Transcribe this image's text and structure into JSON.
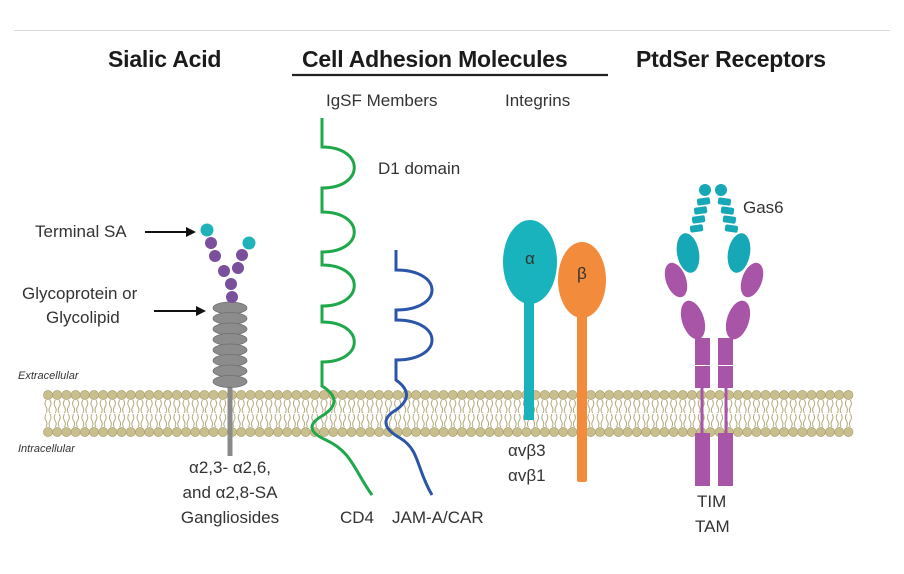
{
  "headings": {
    "sialic_acid": "Sialic Acid",
    "cams": "Cell Adhesion Molecules",
    "ptdser": "PtdSer Receptors"
  },
  "subheadings": {
    "igsf": "IgSF Members",
    "integrins": "Integrins"
  },
  "membrane": {
    "extracellular": "Extracellular",
    "intracellular": "Intracellular"
  },
  "sialic": {
    "terminal_sa": "Terminal SA",
    "glyco_line1": "Glycoprotein or",
    "glyco_line2": "Glycolipid",
    "bottom_line1": "α2,3- α2,6,",
    "bottom_line2": "and α2,8-SA",
    "bottom_line3": "Gangliosides"
  },
  "igsf": {
    "d1_domain": "D1 domain",
    "cd4": "CD4",
    "jam": "JAM-A/CAR"
  },
  "integrins": {
    "alpha": "α",
    "beta": "β",
    "avb3": "αvβ3",
    "avb1": "αvβ1"
  },
  "ptdser": {
    "gas6": "Gas6",
    "tim": "TIM",
    "tam": "TAM"
  },
  "colors": {
    "lipid_head": "#c9bf8e",
    "lipid_head_stroke": "#a99e6c",
    "lipid_tail": "#b3aa7c",
    "sialic_teal": "#1fb2b8",
    "sialic_purple": "#7a4f9b",
    "stalk_gray": "#8a8a8a",
    "cd4_green": "#1fa84a",
    "jam_blue": "#2b55a8",
    "integrin_alpha": "#19b3bd",
    "integrin_beta": "#f28c3c",
    "gas6_teal": "#16a8b7",
    "receptor_magenta": "#a855a8"
  }
}
